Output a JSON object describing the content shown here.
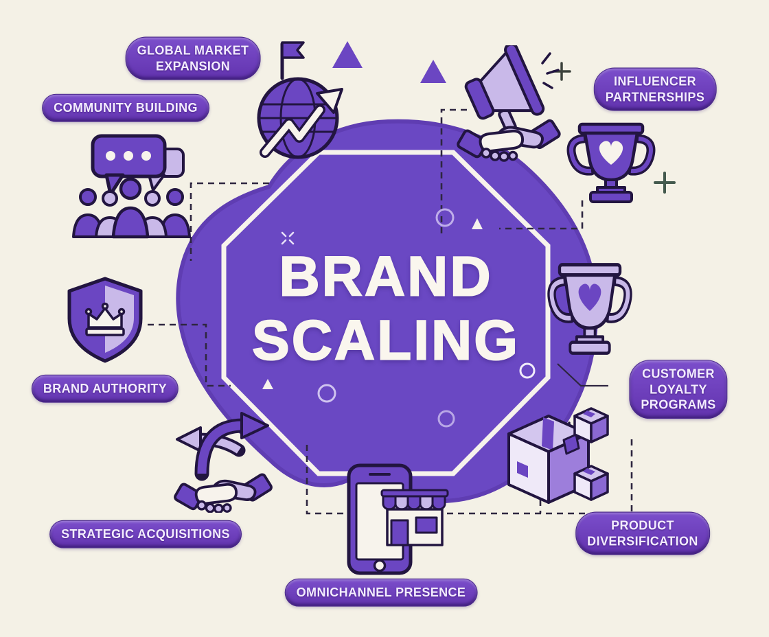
{
  "meta": {
    "type": "brand-scaling-infographic"
  },
  "center": {
    "title": "BRAND\nSCALING"
  },
  "nodes": [
    {
      "key": "global-market-expansion",
      "label": "GLOBAL MARKET\nEXPANSION",
      "icon": "globe-flag-growth-arrow"
    },
    {
      "key": "community-building",
      "label": "COMMUNITY BUILDING",
      "icon": "chat-bubbles-people-group"
    },
    {
      "key": "influencer-partnerships",
      "label": "INFLUENCER\nPARTNERSHIPS",
      "icon": "megaphone-handshake"
    },
    {
      "key": "brand-authority",
      "label": "BRAND AUTHORITY",
      "icon": "shield-crown"
    },
    {
      "key": "customer-loyalty-programs",
      "label": "CUSTOMER LOYALTY\nPROGRAMS",
      "icon": "trophy-heart-light"
    },
    {
      "key": "strategic-acquisitions",
      "label": "STRATEGIC ACQUISITIONS",
      "icon": "handshake-exchange-arrows"
    },
    {
      "key": "omnichannel-presence",
      "label": "OMNICHANNEL PRESENCE",
      "icon": "smartphone-storefront"
    },
    {
      "key": "product-diversification",
      "label": "PRODUCT DIVERSIFICATION",
      "icon": "shipping-boxes"
    }
  ],
  "decor": [
    "trophy-heart-dark",
    "purple-triangles",
    "white-triangles",
    "outline-circles",
    "sparkle-x",
    "plus-marks",
    "dashed-connectors"
  ],
  "colors": {
    "background": "#f4f1e6",
    "blob": "#6a48c3",
    "blob_edge": "#5f3db2",
    "pill_top": "#7b4ecb",
    "pill_bottom": "#6233ae",
    "pill_text": "#f3ecff",
    "title_text": "#faf6ee",
    "outline_dark": "#221540",
    "icon_purple": "#6b46c2",
    "icon_light": "#c9b9e9",
    "icon_paper": "#f7f3ec",
    "plus_dark": "#3c423c",
    "plus_teal": "#445a4e",
    "dash": "#2e2640"
  }
}
